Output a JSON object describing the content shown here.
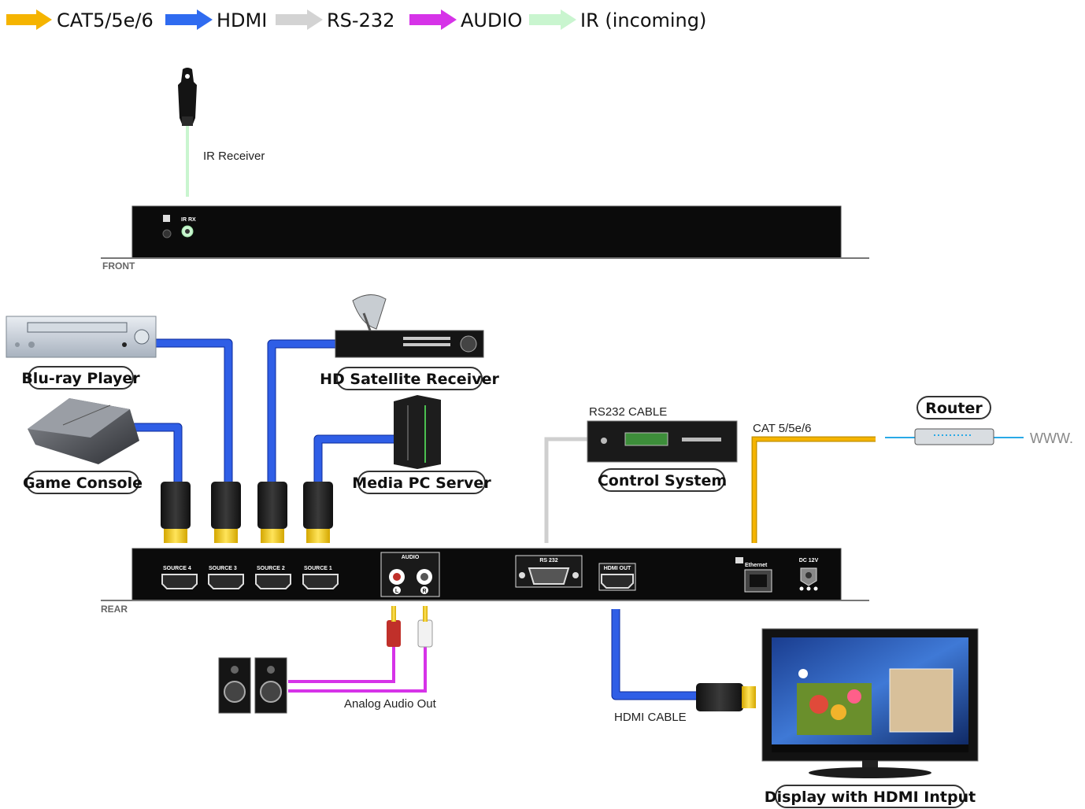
{
  "legend": [
    {
      "label": "CAT5/5e/6",
      "color": "#f5b400"
    },
    {
      "label": "HDMI",
      "color": "#2f6bf0"
    },
    {
      "label": "RS-232",
      "color": "#d3d3d3"
    },
    {
      "label": "AUDIO",
      "color": "#d633e8"
    },
    {
      "label": "IR (incoming)",
      "color": "#c9f5cf"
    }
  ],
  "front_panel": {
    "tag": "FRONT",
    "ir_receiver_label": "IR Receiver",
    "port_labels": {
      "ir_rx": "IR RX"
    }
  },
  "rear_panel": {
    "tag": "REAR",
    "sources": [
      "SOURCE 4",
      "SOURCE 3",
      "SOURCE 2",
      "SOURCE 1"
    ],
    "audio_label": "AUDIO",
    "audio_l": "L",
    "audio_r": "R",
    "rs232_label": "RS 232",
    "hdmi_out_label": "HDMI OUT",
    "ethernet_label": "Ethernet",
    "dc_label": "DC 12V"
  },
  "devices": {
    "bluray": "Blu-ray Player",
    "game_console": "Game Console",
    "satellite": "HD Satellite Receiver",
    "media_pc": "Media PC Server",
    "control_system": "Control System",
    "router": "Router",
    "display": "Display with HDMI Intput"
  },
  "cable_labels": {
    "rs232": "RS232 CABLE",
    "cat": "CAT 5/5e/6",
    "www": "WWW.",
    "analog_audio": "Analog Audio Out",
    "hdmi": "HDMI CABLE"
  }
}
